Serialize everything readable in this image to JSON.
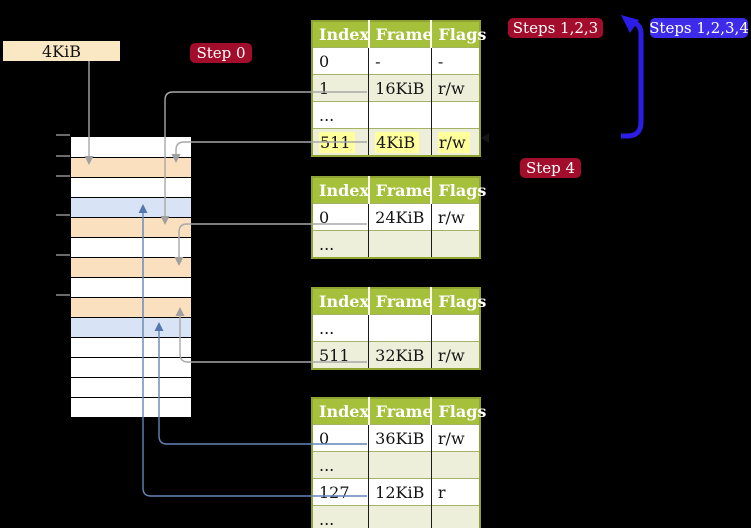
{
  "labels": {
    "page_size": "4KiB",
    "step0": "Step 0",
    "steps123": "Steps 1,2,3",
    "steps1234": "Steps 1,2,3,4",
    "step4": "Step 4"
  },
  "colors": {
    "canvas_bg": "#000000",
    "badge_red": "#A30D2C",
    "badge_blue": "#3D2BE9",
    "table_header_green": "#A5C13C",
    "table_border_olive": "#8FA433",
    "row_shade_green": "#EDEFDA",
    "highlight_yellow": "#FFFF9C",
    "mem_peach": "#FBE0C0",
    "mem_blue": "#D8E4F5",
    "wheat_label_bg": "#FAE8C4",
    "connector_gray": "#A8A8A8",
    "connector_blue": "#6286B8",
    "tlb_arrow_blue": "#2B1CE6"
  },
  "page_tables": [
    {
      "headers": [
        "Index",
        "Frame",
        "Flags"
      ],
      "rows": [
        {
          "index": "0",
          "frame": "-",
          "flags": "-",
          "shaded": false,
          "highlighted": false
        },
        {
          "index": "1",
          "frame": "16KiB",
          "flags": "r/w",
          "shaded": true,
          "highlighted": false
        },
        {
          "index": "...",
          "frame": "",
          "flags": "",
          "shaded": false,
          "highlighted": false
        },
        {
          "index": "511",
          "frame": "4KiB",
          "flags": "r/w",
          "shaded": true,
          "highlighted": true
        }
      ]
    },
    {
      "headers": [
        "Index",
        "Frame",
        "Flags"
      ],
      "rows": [
        {
          "index": "0",
          "frame": "24KiB",
          "flags": "r/w",
          "shaded": false,
          "highlighted": false
        },
        {
          "index": "...",
          "frame": "",
          "flags": "",
          "shaded": true,
          "highlighted": false
        }
      ]
    },
    {
      "headers": [
        "Index",
        "Frame",
        "Flags"
      ],
      "rows": [
        {
          "index": "...",
          "frame": "",
          "flags": "",
          "shaded": false,
          "highlighted": false
        },
        {
          "index": "511",
          "frame": "32KiB",
          "flags": "r/w",
          "shaded": true,
          "highlighted": false
        }
      ]
    },
    {
      "headers": [
        "Index",
        "Frame",
        "Flags"
      ],
      "rows": [
        {
          "index": "0",
          "frame": "36KiB",
          "flags": "r/w",
          "shaded": false,
          "highlighted": false
        },
        {
          "index": "...",
          "frame": "",
          "flags": "",
          "shaded": true,
          "highlighted": false
        },
        {
          "index": "127",
          "frame": "12KiB",
          "flags": "r",
          "shaded": false,
          "highlighted": false
        },
        {
          "index": "...",
          "frame": "",
          "flags": "",
          "shaded": true,
          "highlighted": false
        }
      ]
    }
  ],
  "memory": {
    "rows": [
      "white",
      "peach",
      "white",
      "blue",
      "peach",
      "white",
      "peach",
      "white",
      "peach",
      "blue",
      "white",
      "white",
      "white",
      "white"
    ]
  }
}
